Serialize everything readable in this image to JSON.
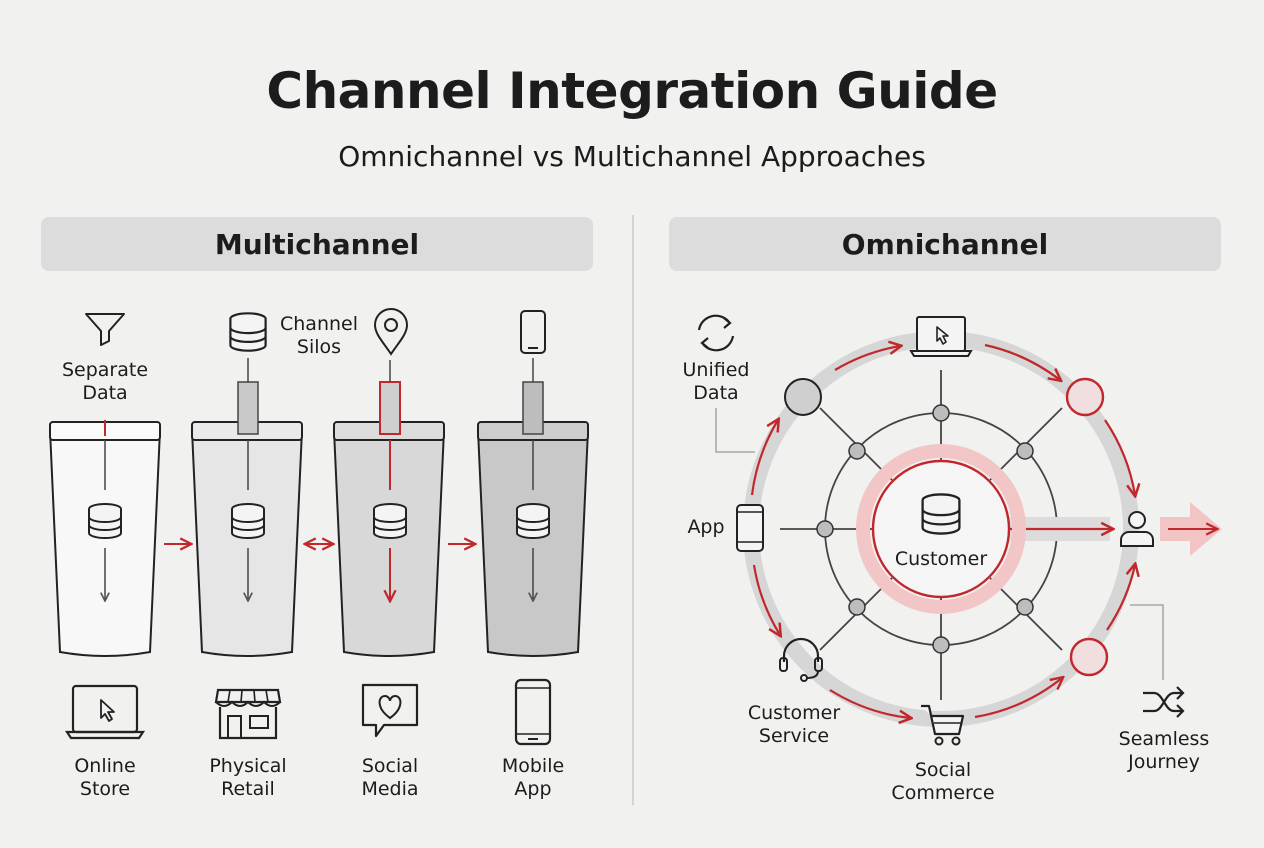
{
  "header": {
    "title": "Channel Integration Guide",
    "subtitle": "Omnichannel vs Multichannel Approaches"
  },
  "multichannel": {
    "heading": "Multichannel",
    "callouts": [
      {
        "icon": "funnel-icon",
        "lines": [
          "Separate",
          "Data"
        ]
      },
      {
        "icon": "database-icon",
        "lines": [
          "Channel",
          "Silos"
        ]
      },
      {
        "icon": "location-pin-icon",
        "lines": []
      },
      {
        "icon": "smartphone-icon",
        "lines": []
      }
    ],
    "channels": [
      {
        "icon": "laptop-cursor-icon",
        "lines": [
          "Online",
          "Store"
        ]
      },
      {
        "icon": "storefront-icon",
        "lines": [
          "Physical",
          "Retail"
        ]
      },
      {
        "icon": "heart-chat-icon",
        "lines": [
          "Social",
          "Media"
        ]
      },
      {
        "icon": "smartphone-icon",
        "lines": [
          "Mobile",
          "App"
        ]
      }
    ]
  },
  "omnichannel": {
    "heading": "Omnichannel",
    "center": "Customer",
    "labels": {
      "unified_data": [
        "Unified",
        "Data"
      ],
      "app": [
        "App"
      ],
      "customer_service": [
        "Customer",
        "Service"
      ],
      "social_commerce": [
        "Social",
        "Commerce"
      ],
      "seamless_journey": [
        "Seamless",
        "Journey"
      ]
    }
  },
  "colors": {
    "accent": "#c0282d",
    "panel_bg": "#dcdcdc",
    "background": "#f1f1f0",
    "ink": "#1c1c1c"
  }
}
